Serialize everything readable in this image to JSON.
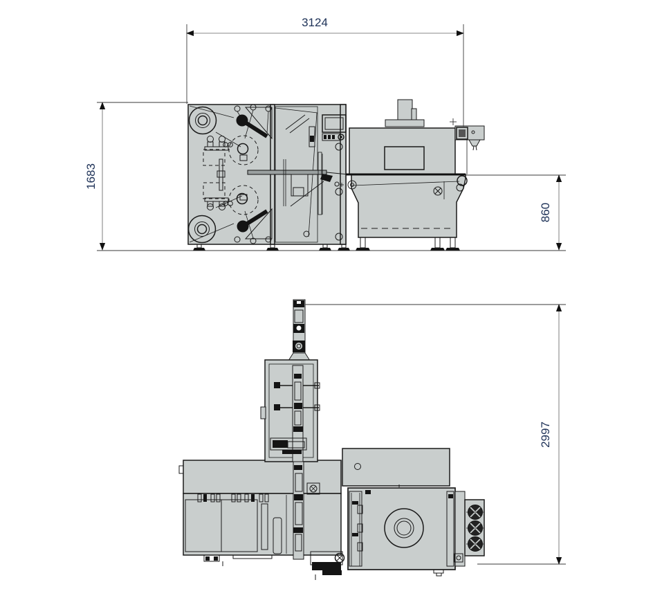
{
  "page": {
    "title": "Packaging machine dimensional drawing",
    "background": "#ffffff"
  },
  "drawing": {
    "views": {
      "side": "side-elevation-view",
      "plan": "top-plan-view"
    },
    "dimensions": {
      "overall_width": "3124",
      "overall_height": "1683",
      "belt_height": "860",
      "overall_depth": "2997"
    },
    "colors": {
      "machine_fill": "#c9cecd",
      "outline": "#1a1a1a",
      "dimension_line": "#8a8a8a",
      "dimension_text": "#1d3157"
    }
  }
}
